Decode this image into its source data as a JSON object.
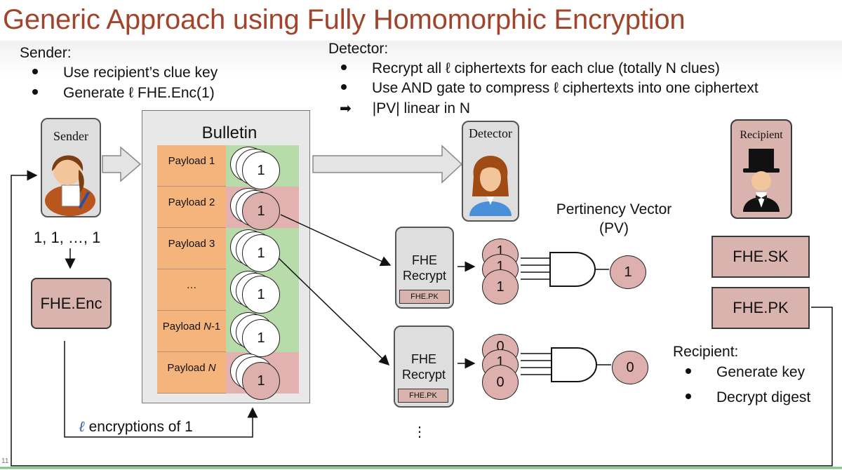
{
  "title": "Generic Approach using Fully Homomorphic Encryption",
  "sender_notes": {
    "heading": "Sender:",
    "bullets": [
      "Use recipient’s clue key",
      "Generate ℓ FHE.Enc(1)"
    ]
  },
  "detector_notes": {
    "heading": "Detector:",
    "bullets": [
      "Recrypt all ℓ ciphertexts for each clue (totally N clues)",
      "Use AND gate to compress ℓ ciphertexts into one ciphertext"
    ],
    "arrow_bullet": "|PV| linear in N"
  },
  "actors": {
    "sender_label": "Sender",
    "detector_label": "Detector",
    "recipient_label": "Recipient"
  },
  "sender_flow": {
    "ones_text": "1, 1, …, 1",
    "enc_box": "FHE.Enc",
    "encryptions_prefix": "ℓ",
    "encryptions_text": " encryptions of 1"
  },
  "bulletin": {
    "title": "Bulletin",
    "rows": [
      {
        "payload": "Payload 1",
        "cipher": "1",
        "status": "green"
      },
      {
        "payload": "Payload 2",
        "cipher": "1",
        "status": "red"
      },
      {
        "payload": "Payload 3",
        "cipher": "1",
        "status": "green"
      },
      {
        "payload": "…",
        "cipher": "1",
        "status": "green"
      },
      {
        "payload_prefix": "Payload ",
        "payload_italic": "N",
        "payload_suffix": "-1",
        "cipher": "1",
        "status": "green"
      },
      {
        "payload_prefix": "Payload ",
        "payload_italic": "N",
        "payload_suffix": "",
        "cipher": "1",
        "status": "red"
      }
    ]
  },
  "recrypt": [
    {
      "label_line1": "FHE",
      "label_line2": "Recrypt",
      "pk": "FHE.PK",
      "stack": [
        "1",
        "1",
        "1"
      ],
      "output": "1"
    },
    {
      "label_line1": "FHE",
      "label_line2": "Recrypt",
      "pk": "FHE.PK",
      "stack": [
        "0",
        "1",
        "0"
      ],
      "output": "0"
    }
  ],
  "more_dots": "⋮",
  "pv": {
    "line1": "Pertinency Vector",
    "line2": "(PV)"
  },
  "keys": {
    "sk": "FHE.SK",
    "pk": "FHE.PK"
  },
  "recipient_notes": {
    "heading": "Recipient:",
    "bullets": [
      "Generate key",
      "Decrypt digest"
    ]
  },
  "slide_number": "11",
  "colors": {
    "title": "#a0442c",
    "payload": "#f4b47c",
    "cipher_ok": "#b7dba9",
    "cipher_bad": "#e3b2b0",
    "key_box": "#d9b3ad"
  }
}
